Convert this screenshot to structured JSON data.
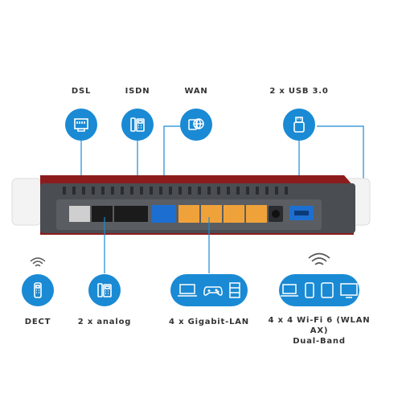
{
  "ports_top": [
    {
      "id": "dsl",
      "label": "DSL",
      "icon": "ethernet-port-icon"
    },
    {
      "id": "isdn",
      "label": "ISDN",
      "icon": "desk-phone-icon"
    },
    {
      "id": "wan",
      "label": "WAN",
      "icon": "globe-network-icon"
    },
    {
      "id": "usb",
      "label": "2 x USB 3.0",
      "icon": "usb-stick-icon"
    }
  ],
  "ports_bottom": [
    {
      "id": "dect",
      "label": "DECT",
      "icon": "cordless-phone-icon"
    },
    {
      "id": "analog",
      "label": "2 x analog",
      "icon": "analog-phone-icon"
    },
    {
      "id": "lan",
      "label": "4 x Gigabit-LAN",
      "icon": "laptop-gamepad-server-icon"
    },
    {
      "id": "wifi",
      "label_line1": "4 x 4 Wi-Fi 6 (WLAN AX)",
      "label_line2": "Dual-Band",
      "icon": "laptop-phone-tablet-tv-icon"
    }
  ],
  "colors": {
    "accent_blue": "#1a8ad4",
    "router_red": "#8c1c1c",
    "router_gray": "#4a4d52",
    "lan_orange": "#f0a23a",
    "wan_blue": "#1c6fd0"
  }
}
